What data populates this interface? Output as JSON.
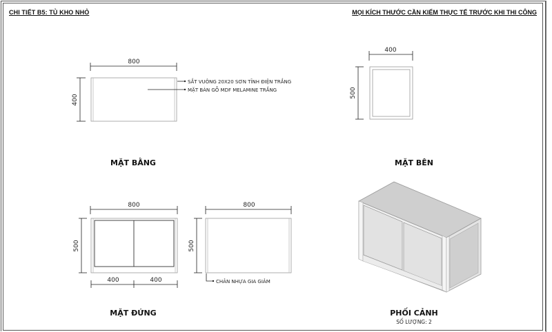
{
  "header": {
    "title_left": "CHI TIẾT B5: TỦ KHO NHỎ",
    "title_right": "MỌI KÍCH THƯỚC CẦN KIỂM THỰC TẾ TRƯỚC KHI THI CÔNG"
  },
  "views": {
    "plan": {
      "label": "MẶT BẰNG",
      "width_dim": "800",
      "depth_dim": "400",
      "notes": [
        "SẮT VUÔNG 20X20 SƠN TĨNH ĐIỆN TRẮNG",
        "MẶT BÀN GỖ MDF MELAMINE TRẮNG"
      ]
    },
    "side": {
      "label": "MẶT BÊN",
      "width_dim": "400",
      "height_dim": "500"
    },
    "front": {
      "label": "MẶT ĐỨNG",
      "width_dim": "800",
      "height_dim": "500",
      "door_dims": [
        "400",
        "400"
      ]
    },
    "back": {
      "width_dim": "800",
      "height_dim": "500",
      "note": "CHÂN NHỰA GIA GIẢM"
    },
    "perspective": {
      "label": "PHỐI CẢNH",
      "quantity": "SỐ LƯỢNG: 2"
    }
  },
  "colors": {
    "line": "#333333",
    "frame_line": "#bbbbbb",
    "top_face": "#cfcfcf",
    "door_face": "#e6e6e6",
    "side_face": "#d2d2d2"
  }
}
